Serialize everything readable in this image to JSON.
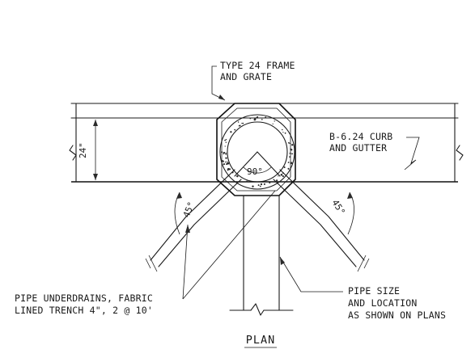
{
  "labels": {
    "frame": [
      "TYPE 24 FRAME",
      "AND GRATE"
    ],
    "curb": [
      "B-6.24 CURB",
      "AND GUTTER"
    ],
    "underdrains": [
      "PIPE UNDERDRAINS, FABRIC",
      "LINED TRENCH 4\", 2 @ 10'"
    ],
    "pipe": [
      "PIPE SIZE",
      "AND LOCATION",
      "AS SHOWN ON PLANS"
    ]
  },
  "dimensions": {
    "width": "24\"",
    "center_angle": "90°",
    "left_angle": "45°",
    "right_angle": "45°"
  },
  "title": "PLAN"
}
